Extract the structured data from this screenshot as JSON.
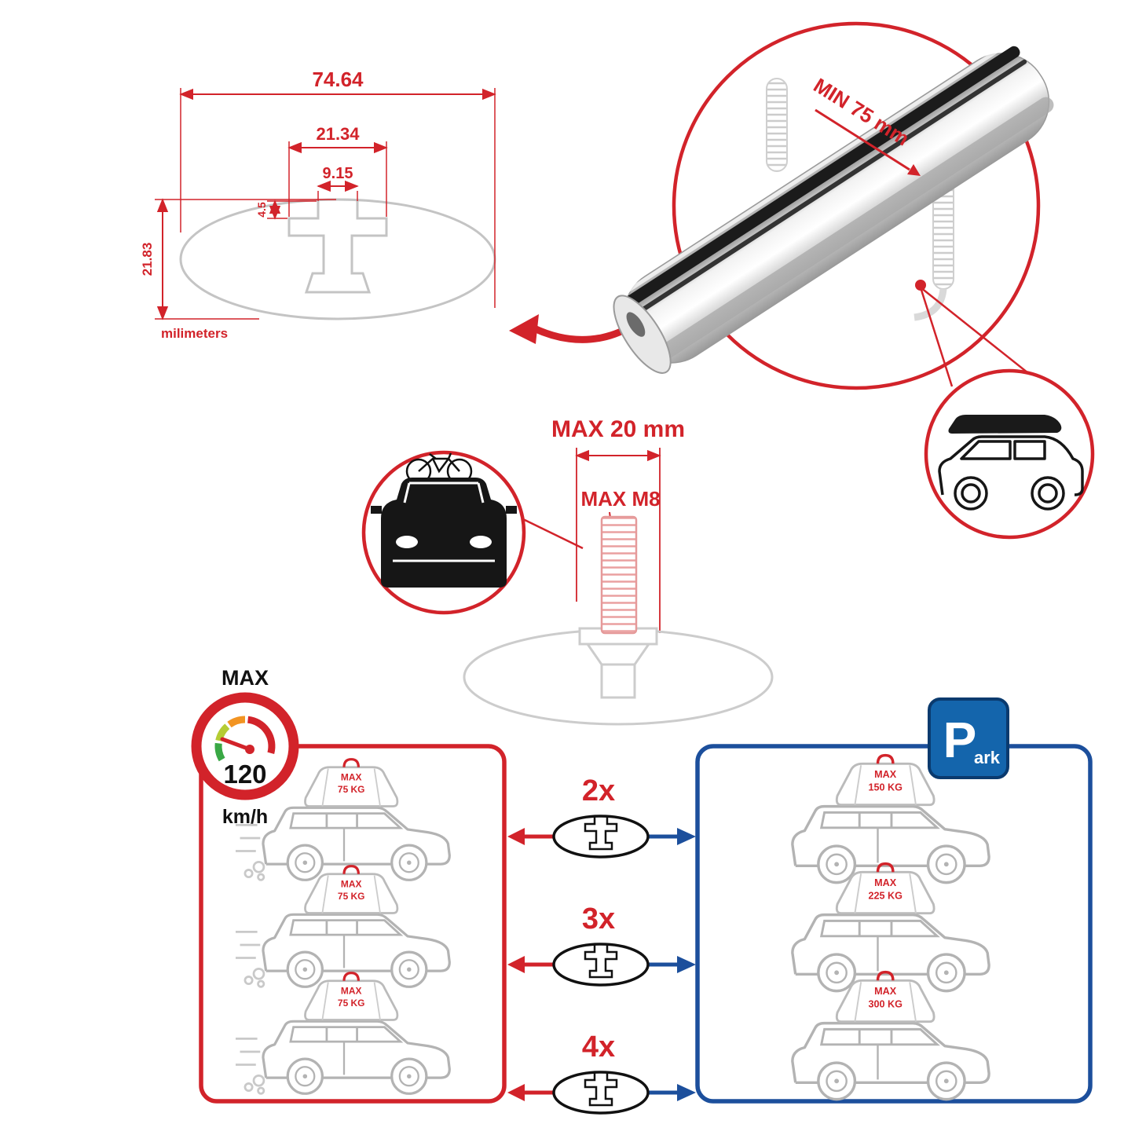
{
  "colors": {
    "red": "#d2232a",
    "blue": "#1c4f9c",
    "gray_line": "#b3b3b3",
    "park_blue": "#1465ac"
  },
  "profile_dimensions": {
    "overall_width": "74.64",
    "channel_width": "21.34",
    "slot_width": "9.15",
    "slot_depth": "4.5",
    "overall_height": "21.83",
    "units": "milimeters"
  },
  "clamp": {
    "min_grip": "MIN 75 mm"
  },
  "bolt": {
    "max_length": "MAX 20 mm",
    "max_thread": "MAX M8"
  },
  "speed_limit": {
    "label": "MAX",
    "value": "120",
    "units": "km/h"
  },
  "park_sign": {
    "letter": "P",
    "suffix": "ark"
  },
  "driving_loads": {
    "cars": [
      {
        "max": "MAX",
        "kg": "75 KG"
      },
      {
        "max": "MAX",
        "kg": "75 KG"
      },
      {
        "max": "MAX",
        "kg": "75 KG"
      }
    ]
  },
  "parked_loads": {
    "cars": [
      {
        "max": "MAX",
        "kg": "150 KG"
      },
      {
        "max": "MAX",
        "kg": "225 KG"
      },
      {
        "max": "MAX",
        "kg": "300 KG"
      }
    ]
  },
  "bar_counts": [
    "2x",
    "3x",
    "4x"
  ]
}
